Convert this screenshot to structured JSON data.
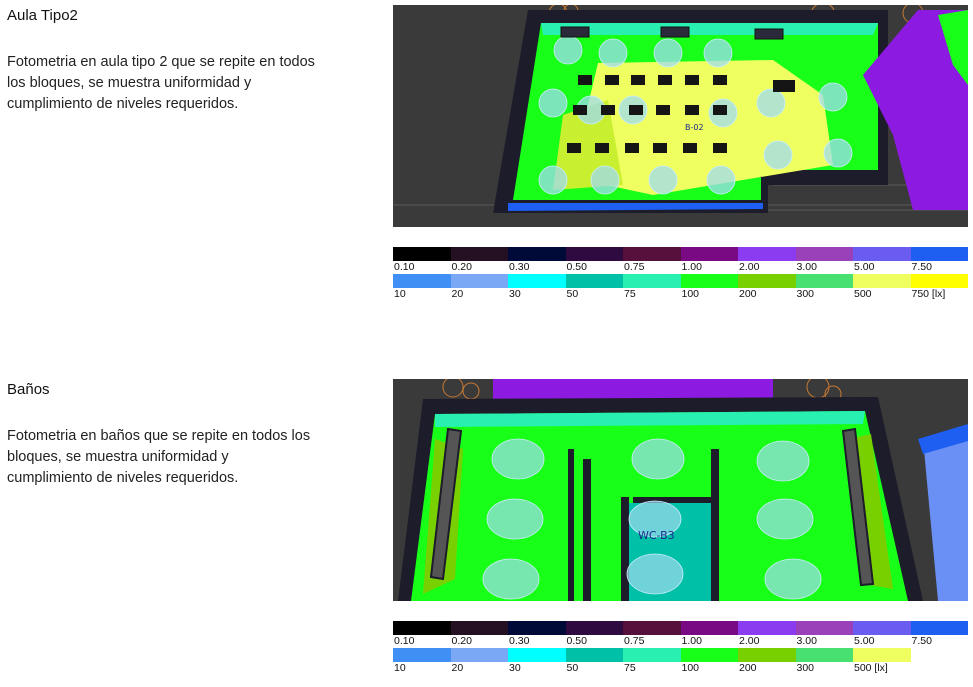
{
  "sections": [
    {
      "title": "Aula Tipo2",
      "description": "Fotometria en aula tipo 2 que se repite en todos los bloques, se muestra uniformidad y cumplimiento de niveles requeridos.",
      "render_label": "B-02",
      "scale_top": {
        "colors": [
          "#000000",
          "#241022",
          "#000a38",
          "#2f0a40",
          "#55103c",
          "#7a0a84",
          "#8c3cf0",
          "#9a40b8",
          "#6a5cf0",
          "#1e5ef0"
        ],
        "labels": [
          "0.10",
          "0.20",
          "0.30",
          "0.50",
          "0.75",
          "1.00",
          "2.00",
          "3.00",
          "5.00",
          "7.50"
        ]
      },
      "scale_bottom": {
        "colors": [
          "#3f8ff5",
          "#7aa8f5",
          "#00ffff",
          "#00c0a8",
          "#28f0b0",
          "#18ff18",
          "#78d000",
          "#48e070",
          "#f0ff60",
          "#ffff00"
        ],
        "labels": [
          "10",
          "20",
          "30",
          "50",
          "75",
          "100",
          "200",
          "300",
          "500",
          "750 [lx]"
        ]
      }
    },
    {
      "title": "Baños",
      "description": "Fotometria en baños que se repite en todos los bloques, se muestra uniformidad y cumplimiento de niveles requeridos.",
      "render_label": "WC-B3",
      "scale_top": {
        "colors": [
          "#000000",
          "#241022",
          "#000a38",
          "#2f0a40",
          "#55103c",
          "#7a0a84",
          "#8c3cf0",
          "#9a40b8",
          "#6a5cf0",
          "#1e5ef0"
        ],
        "labels": [
          "0.10",
          "0.20",
          "0.30",
          "0.50",
          "0.75",
          "1.00",
          "2.00",
          "3.00",
          "5.00",
          "7.50"
        ]
      },
      "scale_bottom": {
        "colors": [
          "#3f8ff5",
          "#7aa8f5",
          "#00ffff",
          "#00c0a8",
          "#28f0b0",
          "#18ff18",
          "#78d000",
          "#48e070",
          "#f0ff60",
          ""
        ],
        "labels": [
          "10",
          "20",
          "30",
          "50",
          "75",
          "100",
          "200",
          "300",
          "500 [lx]",
          ""
        ]
      }
    }
  ]
}
